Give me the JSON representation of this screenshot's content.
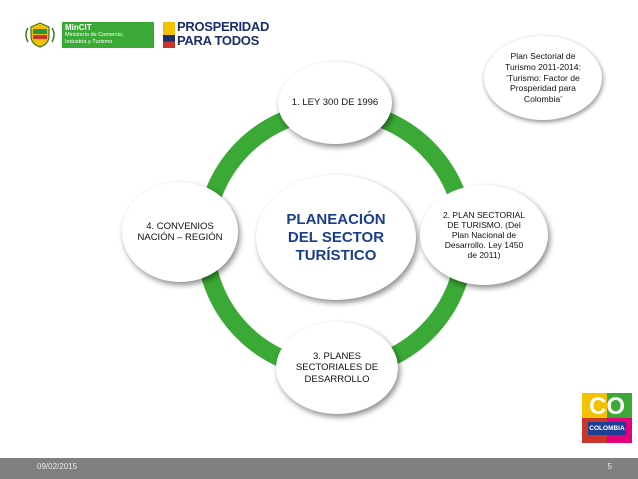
{
  "header": {
    "mincit_name": "MinCIT",
    "mincit_lines": [
      "Ministerio de Comercio,",
      "Industria y Turismo"
    ],
    "slogan_line1": "PROSPERIDAD",
    "slogan_line2": "PARA TODOS"
  },
  "note": {
    "lines": [
      "Plan Sectorial de",
      "Turismo 2011-2014:",
      "‘Turismo: Factor de",
      "Prosperidad para",
      "Colombia’"
    ]
  },
  "diagram": {
    "center_lines": [
      "PLANEACIÓN",
      "DEL SECTOR",
      "TURÍSTICO"
    ],
    "top_label": "1. LEY 300 DE 1996",
    "right_lines": [
      "2. PLAN SECTORIAL",
      "DE TURISMO. (Del",
      "Plan Nacional de",
      "Desarrollo. Ley 1450",
      "de 2011)"
    ],
    "bottom_lines": [
      "3. PLANES",
      "SECTORIALES DE",
      "DESARROLLO"
    ],
    "left_lines": [
      "4. CONVENIOS",
      "NACIÓN – REGIÓN"
    ]
  },
  "brand": {
    "co_text": "CO",
    "colombia_text": "COLOMBIA"
  },
  "footer": {
    "date": "09/02/2015",
    "page_number": "5"
  },
  "colors": {
    "ring_green": "#3aa935",
    "center_title": "#1a3d8f",
    "footer_bg": "#7f7f7f",
    "prosperidad_blue": "#1b2e6b"
  }
}
